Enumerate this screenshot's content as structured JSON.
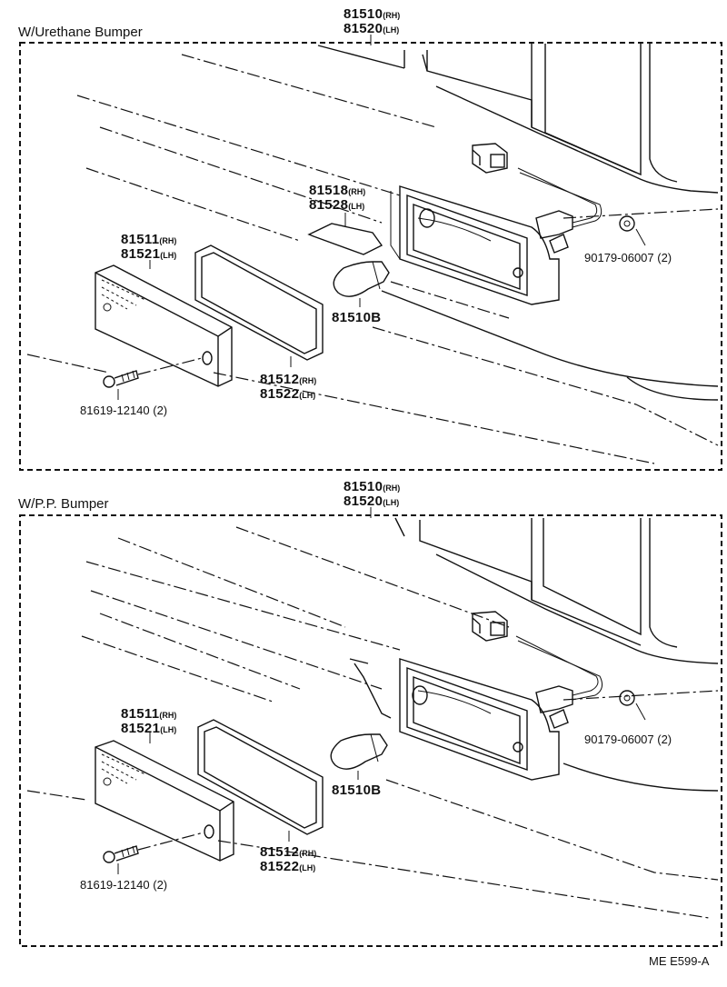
{
  "sections": [
    {
      "title": "W/Urethane Bumper",
      "assembly": {
        "number": "81510",
        "suffix": "(RH)",
        "number2": "81520",
        "suffix2": "(LH)"
      },
      "lens": {
        "number": "81511",
        "suffix": "(RH)",
        "number2": "81521",
        "suffix2": "(LH)"
      },
      "gasket": {
        "number": "81512",
        "suffix": "(RH)",
        "number2": "81522",
        "suffix2": "(LH)"
      },
      "reflector": {
        "number": "81518",
        "suffix": "(RH)",
        "number2": "81528",
        "suffix2": "(LH)"
      },
      "bulb": "81510B",
      "screw": "81619-12140 (2)",
      "nut": "90179-06007 (2)"
    },
    {
      "title": "W/P.P. Bumper",
      "assembly": {
        "number": "81510",
        "suffix": "(RH)",
        "number2": "81520",
        "suffix2": "(LH)"
      },
      "lens": {
        "number": "81511",
        "suffix": "(RH)",
        "number2": "81521",
        "suffix2": "(LH)"
      },
      "gasket": {
        "number": "81512",
        "suffix": "(RH)",
        "number2": "81522",
        "suffix2": "(LH)"
      },
      "bulb": "81510B",
      "screw": "81619-12140 (2)",
      "nut": "90179-06007 (2)"
    }
  ],
  "diagram_code": "ME E599-A"
}
